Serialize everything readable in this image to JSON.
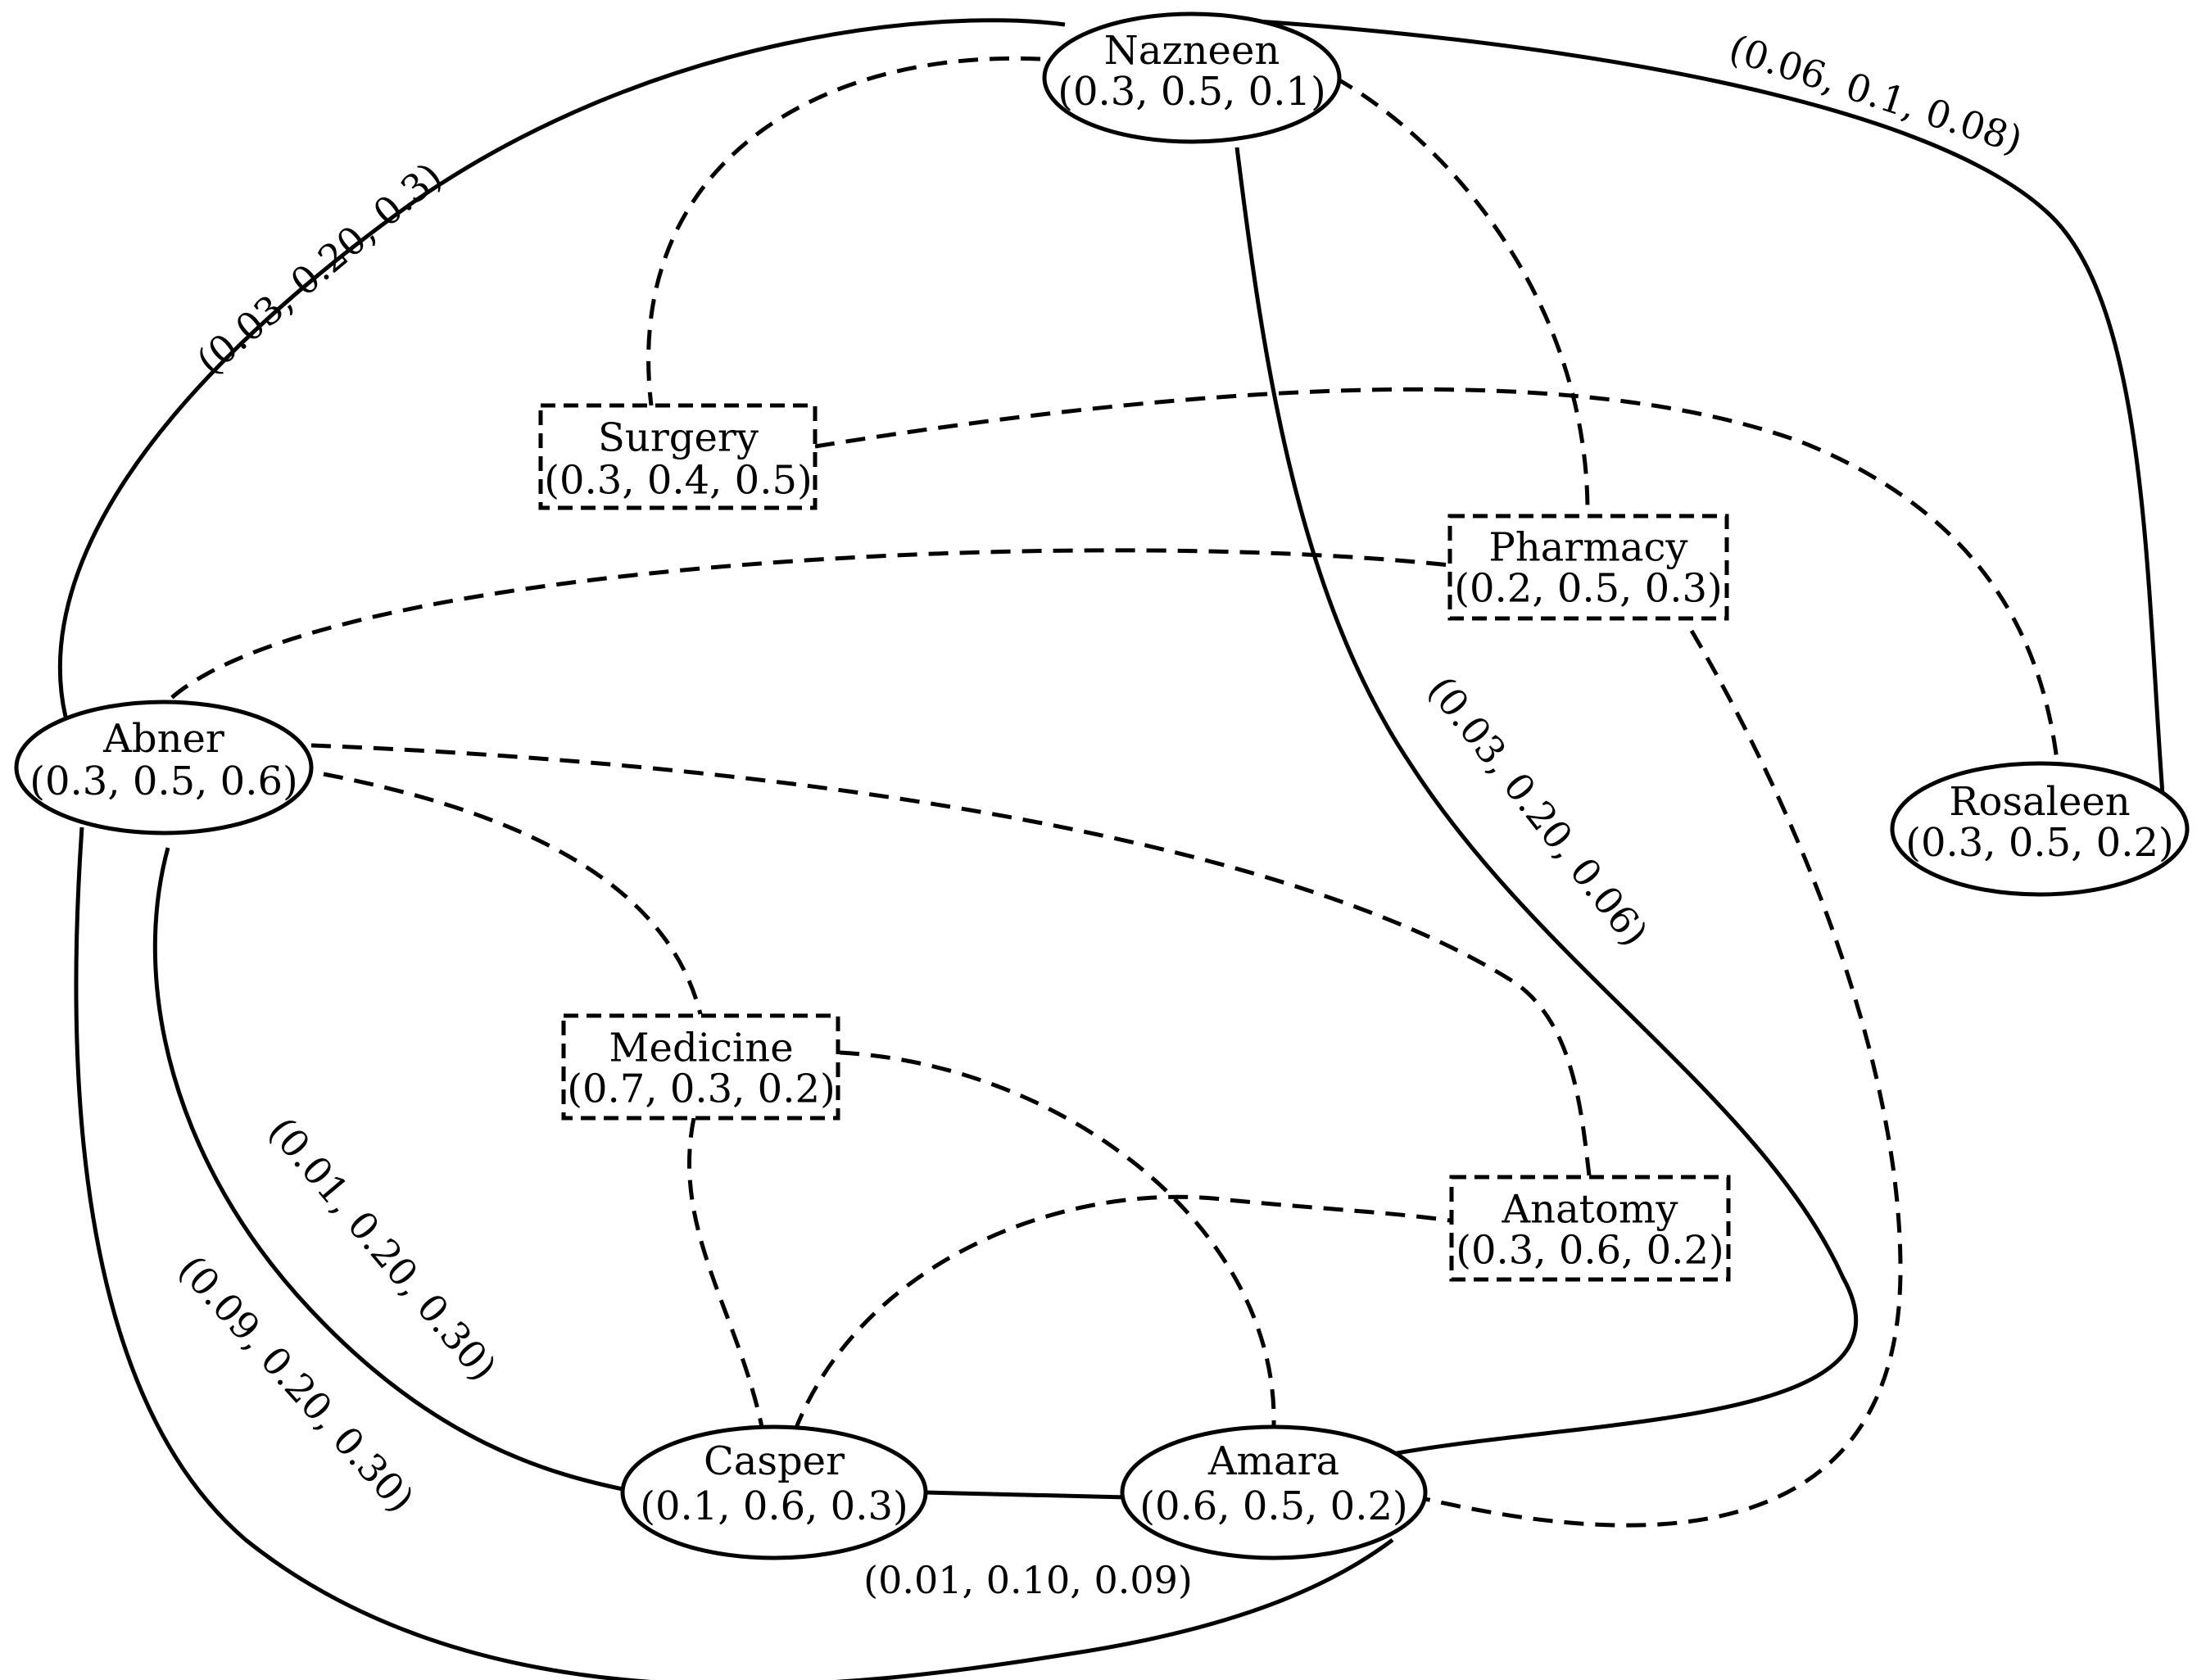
{
  "nodes": {
    "nazneen": {
      "name": "Nazneen",
      "values": "(0.3, 0.5, 0.1)"
    },
    "abner": {
      "name": "Abner",
      "values": "(0.3, 0.5, 0.6)"
    },
    "rosaleen": {
      "name": "Rosaleen",
      "values": "(0.3, 0.5, 0.2)"
    },
    "casper": {
      "name": "Casper",
      "values": "(0.1, 0.6, 0.3)"
    },
    "amara": {
      "name": "Amara",
      "values": "(0.6, 0.5, 0.2)"
    },
    "surgery": {
      "name": "Surgery",
      "values": "(0.3, 0.4, 0.5)"
    },
    "pharmacy": {
      "name": "Pharmacy",
      "values": "(0.2, 0.5, 0.3)"
    },
    "medicine": {
      "name": "Medicine",
      "values": "(0.7, 0.3, 0.2)"
    },
    "anatomy": {
      "name": "Anatomy",
      "values": "(0.3, 0.6, 0.2)"
    }
  },
  "edges": {
    "abner_nazneen": "(0.03, 0.20, 0.3)",
    "nazneen_rosaleen": "(0.06, 0.1, 0.08)",
    "nazneen_amara": "(0.03, 0.20, 0.06)",
    "abner_casper": "(0.01, 0.20, 0.30)",
    "abner_amara": "(0.09, 0.20, 0.30)",
    "casper_amara": "(0.01, 0.10, 0.09)"
  }
}
